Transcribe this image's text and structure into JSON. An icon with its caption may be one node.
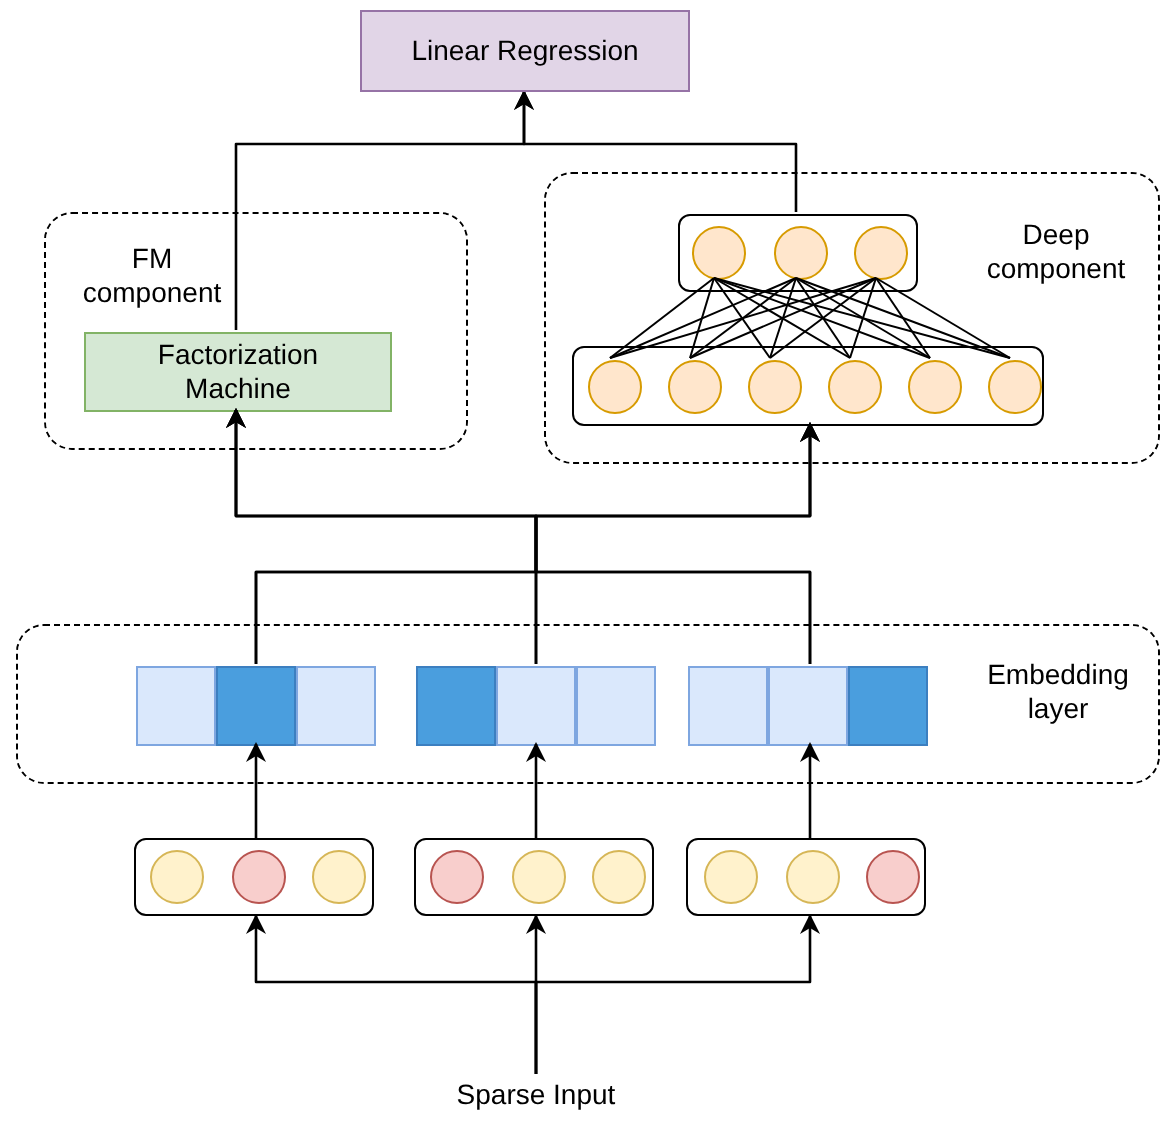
{
  "diagram": {
    "nodes": [
      {
        "text": [
          "Linear Regression"
        ]
      },
      {
        "text": [
          "FM component"
        ]
      },
      {
        "text": [
          "Factorization Machine"
        ],
        "in": 1
      },
      {
        "text": [
          "Deep component"
        ]
      },
      {
        "text": [],
        "shape": "box",
        "in": 3
      },
      {
        "text": [],
        "shape": "box",
        "in": 3
      },
      {
        "text": [
          "Embedding layer"
        ]
      },
      {
        "text": [],
        "shape": "bar",
        "in": 6
      },
      {
        "text": [],
        "shape": "bar",
        "in": 6
      },
      {
        "text": [],
        "shape": "bar",
        "in": 6
      },
      {
        "text": [],
        "shape": "box"
      },
      {
        "text": [],
        "shape": "box"
      },
      {
        "text": [],
        "shape": "box"
      },
      {
        "text": [
          "Sparse Input"
        ]
      }
    ],
    "edges": [
      {
        "from": 13,
        "to": 10,
        "arrow": "to"
      },
      {
        "from": 13,
        "to": 11,
        "arrow": "to"
      },
      {
        "from": 13,
        "to": 12,
        "arrow": "to"
      },
      {
        "from": 10,
        "to": 7,
        "arrow": "to"
      },
      {
        "from": 11,
        "to": 8,
        "arrow": "to"
      },
      {
        "from": 12,
        "to": 9,
        "arrow": "to"
      },
      {
        "from": 7,
        "to": 2,
        "arrow": "to"
      },
      {
        "from": 7,
        "to": 5,
        "arrow": "to"
      },
      {
        "from": 8,
        "to": 2,
        "arrow": "to"
      },
      {
        "from": 8,
        "to": 5,
        "arrow": "to"
      },
      {
        "from": 9,
        "to": 2,
        "arrow": "to"
      },
      {
        "from": 9,
        "to": 5,
        "arrow": "to"
      },
      {
        "from": 2,
        "to": 0,
        "arrow": "to"
      },
      {
        "from": 4,
        "to": 0,
        "arrow": "to"
      }
    ]
  }
}
